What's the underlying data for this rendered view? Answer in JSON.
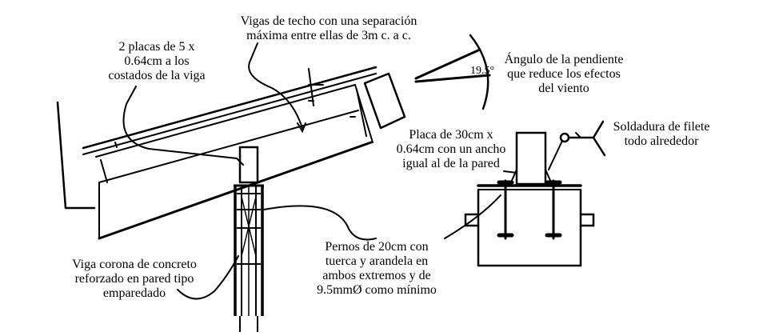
{
  "labels": {
    "placas_costados": [
      "2 placas de 5 x",
      "0.64cm a los",
      "costados de la viga"
    ],
    "vigas_techo": [
      "Vigas de techo con una separación",
      "máxima entre ellas de 3m c. a c."
    ],
    "angulo_valor": "19.5°",
    "angulo_pendiente": [
      "Ángulo de la pendiente",
      "que reduce los efectos",
      "del viento"
    ],
    "soldadura": [
      "Soldadura de filete",
      "todo alrededor"
    ],
    "placa_30": [
      "Placa de 30cm x",
      "0.64cm con un ancho",
      "igual al de la pared"
    ],
    "pernos": [
      "Pernos de 20cm con",
      "tuerca y arandela en",
      "ambos extremos y de",
      "9.5mmØ como mínimo"
    ],
    "viga_corona": [
      "Viga corona de concreto",
      "reforzado en pared tipo",
      "emparedado"
    ]
  },
  "colors": {
    "ink": "#000000",
    "background": "#ffffff"
  }
}
